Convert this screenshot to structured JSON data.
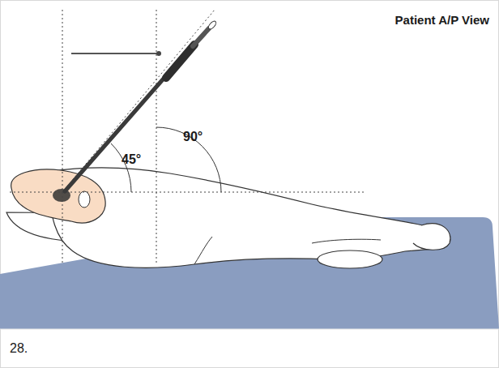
{
  "diagram": {
    "title": "Patient A/P View",
    "caption": "28.",
    "labels": [
      "45°",
      "90°"
    ]
  }
}
